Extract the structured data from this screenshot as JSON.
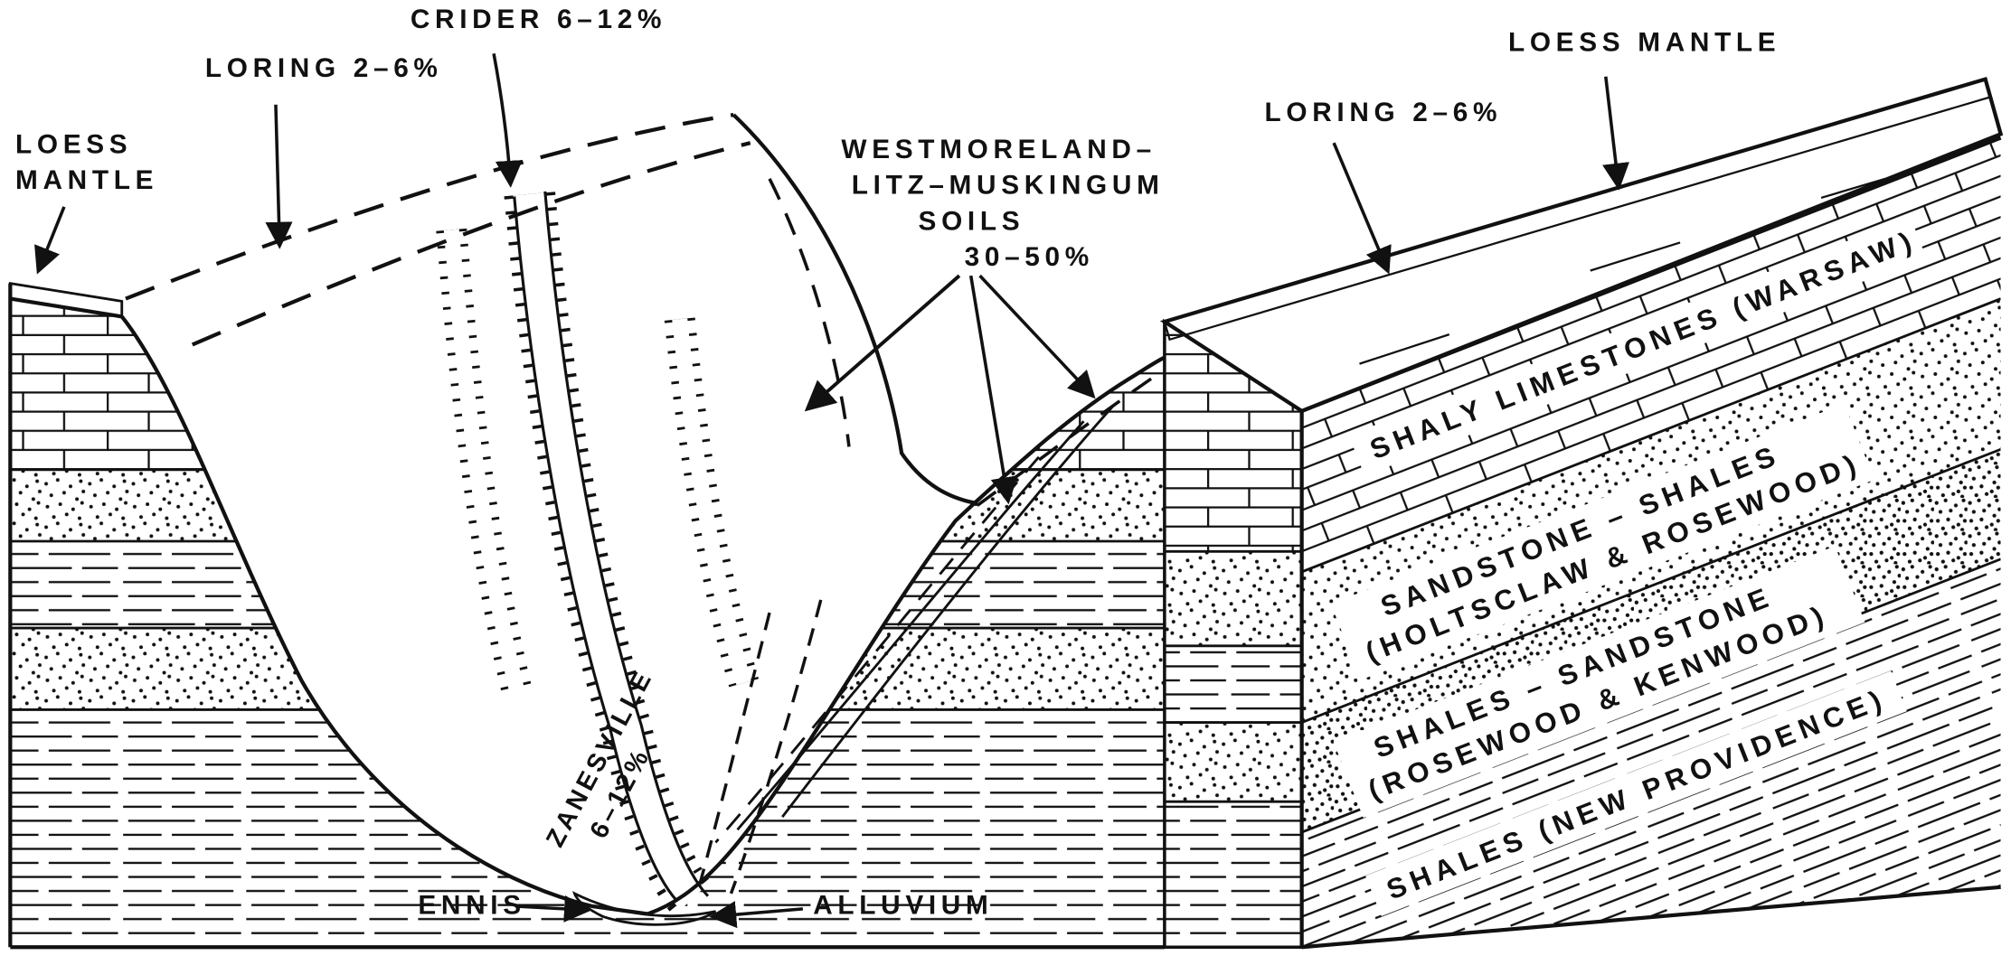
{
  "figure": {
    "kind": "geologic-block-diagram",
    "paper_color": "#ffffff",
    "ink_color": "#111111"
  },
  "surface_labels": {
    "loess_mantle_left": {
      "line1": "LOESS",
      "line2": "MANTLE"
    },
    "loring_left": "LORING 2–6%",
    "crider": "CRIDER 6–12%",
    "westmoreland": {
      "line1": "WESTMORELAND–",
      "line2": "LITZ–MUSKINGUM",
      "line3": "SOILS",
      "percent": "30–50%"
    },
    "loring_right": "LORING 2–6%",
    "loess_mantle_right": "LOESS MANTLE",
    "zanesville": {
      "line1": "ZANESVILLE",
      "line2": "6–12%"
    },
    "ennis": "ENNIS",
    "alluvium": "ALLUVIUM"
  },
  "strata_labels": {
    "warsaw": "SHALY LIMESTONES (WARSAW)",
    "holtsclaw": {
      "line1": "SANDSTONE – SHALES",
      "line2": "(HOLTSCLAW & ROSEWOOD)"
    },
    "rosewood_kenwood": {
      "line1": "SHALES – SANDSTONE",
      "line2": "(ROSEWOOD & KENWOOD)"
    },
    "new_providence": "SHALES (NEW PROVIDENCE)"
  }
}
